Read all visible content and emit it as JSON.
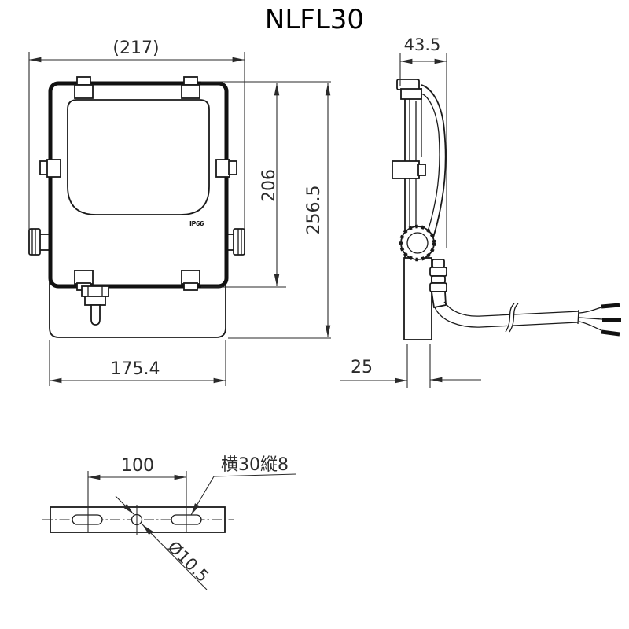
{
  "title": "NLFL30",
  "front_view": {
    "width_overall": "(217)",
    "height_body": "206",
    "height_overall": "256.5",
    "width_bracket": "175.4",
    "ip_label": "IP66"
  },
  "side_view": {
    "depth_top": "43.5",
    "depth_bracket": "25"
  },
  "bottom_view": {
    "hole_pitch": "100",
    "slot_label": "横30縦8",
    "hole_dia": "Ø10.5"
  }
}
